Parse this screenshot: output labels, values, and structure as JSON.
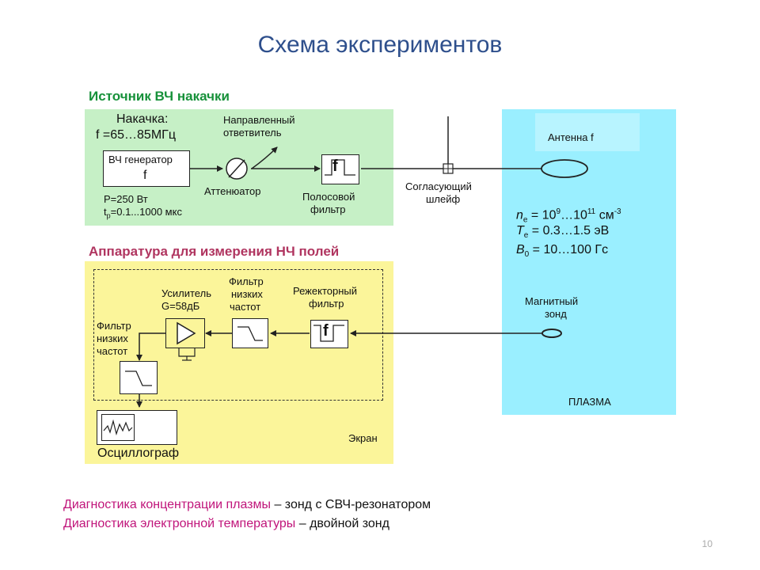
{
  "title": "Схема экспериментов",
  "rf_source": {
    "label": "Источник ВЧ накачки",
    "pump_label": "Накачка:",
    "pump_freq": "f =65…85МГц",
    "generator_line1": "ВЧ генератор",
    "generator_line2": "f",
    "power": "P=250 Вт",
    "pulse_prefix": "t",
    "pulse_sub": "p",
    "pulse_suffix": "=0.1...1000 мкс",
    "coupler_line1": "Направленный",
    "coupler_line2": "ответвитель",
    "attenuator": "Аттенюатор",
    "bandpass_line1": "Полосовой",
    "bandpass_line2": "фильтр",
    "filter_symbol": "f"
  },
  "matching": {
    "line1": "Согласующий",
    "line2": "шлейф"
  },
  "plasma": {
    "antenna": "Антенна f",
    "ne_base": "n",
    "ne_sub": "e",
    "ne_eq": " = 10",
    "ne_sup1": "9",
    "ne_mid": "…10",
    "ne_sup2": "11",
    "ne_unit": " см",
    "ne_unit_sup": "-3",
    "te_base": "T",
    "te_sub": "e",
    "te_rest": " = 0.3…1.5 эВ",
    "b_base": "B",
    "b_sub": "0",
    "b_rest": " = 10…100 Гс",
    "probe_line1": "Магнитный",
    "probe_line2": "зонд",
    "plasma_label": "ПЛАЗМА"
  },
  "lf": {
    "label": "Аппаратура для измерения НЧ полей",
    "amp_line1": "Усилитель",
    "amp_line2": "G=58дБ",
    "lp1_line1": "Фильтр",
    "lp1_line2": "низких",
    "lp1_line3": "частот",
    "notch_line1": "Режекторный",
    "notch_line2": "фильтр",
    "notch_symbol": "f",
    "lp2_line1": "Фильтр",
    "lp2_line2": "низких",
    "lp2_line3": "частот",
    "screen": "Экран",
    "oscillograph": "Осциллограф"
  },
  "bottom": {
    "line1_colored": "Диагностика концентрации плазмы",
    "line1_rest": " – зонд с СВЧ-резонатором",
    "line2_colored": "Диагностика электронной температуры",
    "line2_rest": " – двойной зонд"
  },
  "page_number": "10"
}
